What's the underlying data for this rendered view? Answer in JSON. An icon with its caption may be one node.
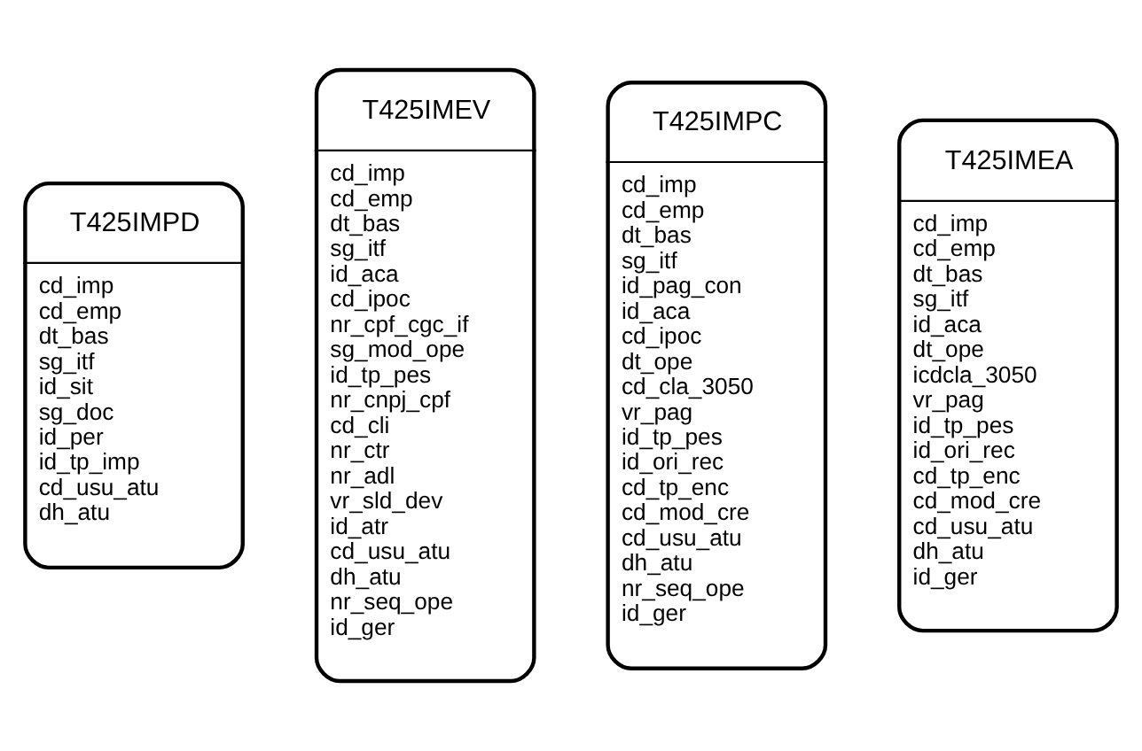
{
  "diagram": {
    "nodes": [
      {
        "text": [
          "T425IMPD",
          "cd_imp",
          "cd_emp",
          "dt_bas",
          "sg_itf",
          "id_sit",
          "sg_doc",
          "id_per",
          "id_tp_imp",
          "cd_usu_atu",
          "dh_atu"
        ]
      },
      {
        "text": [
          "T425IMEV",
          "cd_imp",
          "cd_emp",
          "dt_bas",
          "sg_itf",
          "id_aca",
          "cd_ipoc",
          "nr_cpf_cgc_if",
          "sg_mod_ope",
          "id_tp_pes",
          "nr_cnpj_cpf",
          "cd_cli",
          "nr_ctr",
          "nr_adl",
          "vr_sld_dev",
          "id_atr",
          "cd_usu_atu",
          "dh_atu",
          "nr_seq_ope",
          "id_ger"
        ]
      },
      {
        "text": [
          "T425IMPC",
          "cd_imp",
          "cd_emp",
          "dt_bas",
          "sg_itf",
          "id_pag_con",
          "id_aca",
          "cd_ipoc",
          "dt_ope",
          "cd_cla_3050",
          "vr_pag",
          "id_tp_pes",
          "id_ori_rec",
          "cd_tp_enc",
          "cd_mod_cre",
          "cd_usu_atu",
          "dh_atu",
          "nr_seq_ope",
          "id_ger"
        ]
      },
      {
        "text": [
          "T425IMEA",
          "cd_imp",
          "cd_emp",
          "dt_bas",
          "sg_itf",
          "id_aca",
          "dt_ope",
          "icdcla_3050",
          "vr_pag",
          "id_tp_pes",
          "id_ori_rec",
          "cd_tp_enc",
          "cd_mod_cre",
          "cd_usu_atu",
          "dh_atu",
          "id_ger"
        ]
      }
    ],
    "edges": []
  }
}
